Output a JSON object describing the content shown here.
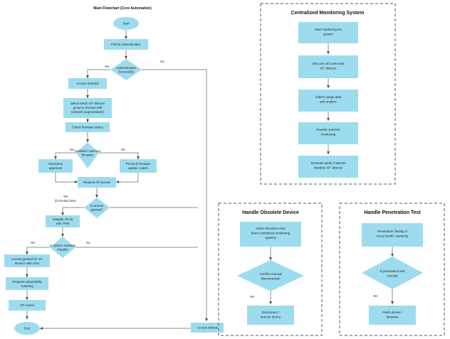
{
  "colors": {
    "node_fill": "#9ddcef",
    "edge": "#8d8d8d",
    "panel_border": "#555555",
    "background": "#ffffff",
    "text": "#1d1d1d"
  },
  "main_flow": {
    "title": "Main Flowchart (Core Automation)",
    "nodes": {
      "start": "Start",
      "fido2": "FIDO2 Authentication",
      "auth_decision_l1": "Authentication",
      "auth_decision_l2": "Successful",
      "access_granted": "Access Granted",
      "select_group_l1": "Select which IoT devices",
      "select_group_l2": "group to interact with",
      "select_group_l3": "(network segmentation)",
      "check_firmware": "Check firmware status",
      "firmware_decision_l1": "Updated / patched",
      "firmware_decision_l2": "firmware",
      "interaction_approved_l1": "Interaction",
      "interaction_approved_l2": "approved",
      "proceed_update_l1": "Proceed firmware",
      "proceed_update_l2": "update / patch",
      "request_jit": "Request JIT access",
      "access_decision_l1": "Is access",
      "access_decision_l2": "granted?",
      "integrity_check_l1": "Integrity check",
      "integrity_check_l2": "with TPM",
      "integrity_decision_l1": "Is system maintain",
      "integrity_decision_l2": "integrity",
      "ssh_access_l1": "Access granted for IoT",
      "ssh_access_l2": "devices with SSH",
      "vuln_scan_l1": "Frequent vulnerability",
      "vuln_scan_l2": "scanning",
      "jit_closed": "JIT closed",
      "end": "End",
      "access_denied": "Access denied"
    },
    "edge_labels": {
      "auth_yes": "Yes",
      "auth_no": "No",
      "firmware_yes": "Yes",
      "firmware_no": "No",
      "access_yes_l1": "Yes",
      "access_yes_l2": "(for limited time)",
      "integrity_yes": "Yes",
      "integrity_no": "No"
    }
  },
  "panels": [
    {
      "id": "centralized-monitoring-system",
      "title": "Centralized Monitoring System",
      "nodes": [
        {
          "l1": "Start monitoring the",
          "l2": "system"
        },
        {
          "l1": "Discover all connected",
          "l2": "IoT devices"
        },
        {
          "l1": "Collect usage data",
          "l2": "and analyze"
        },
        {
          "l1": "Provide real-time",
          "l2": "monitoring"
        },
        {
          "l1": "Generate alerts if detects",
          "l2": "obsolete IoT devices"
        }
      ]
    },
    {
      "id": "handle-obsolete-device",
      "title": "Handle Obsolete Device",
      "nodes": [
        {
          "l1": "Admin Receives Alert",
          "l2": "(from centralized monitoring",
          "l3": "system)"
        },
        {
          "l1": "Confirm manual",
          "l2": "disconnection"
        },
        {
          "l1": "Disconnect /",
          "l2": "remove device"
        }
      ],
      "edge_labels": {
        "yes": "Yes"
      }
    },
    {
      "id": "handle-penetration-test",
      "title": "Handle Penetration Test",
      "nodes": [
        {
          "l1": "Penetration Testing in",
          "l2": "every month / quarterly"
        },
        {
          "l1": "is penetration test",
          "l2": "execute"
        },
        {
          "l1": "Patch device /",
          "l2": "firmware"
        }
      ],
      "edge_labels": {
        "yes": "Yes"
      }
    }
  ]
}
